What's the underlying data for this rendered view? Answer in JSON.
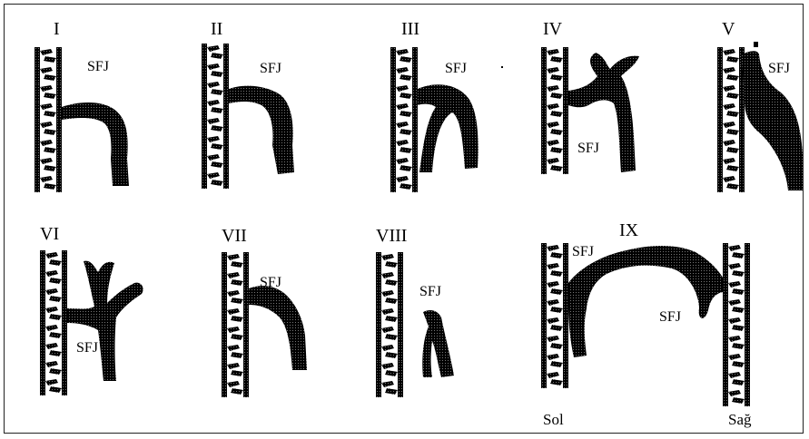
{
  "colors": {
    "vessel": "#000000",
    "background": "#ffffff"
  },
  "panels": [
    {
      "numeral": "I",
      "junction_label": "SFJ"
    },
    {
      "numeral": "II",
      "junction_label": "SFJ"
    },
    {
      "numeral": "III",
      "junction_label": "SFJ"
    },
    {
      "numeral": "IV",
      "junction_label": "SFJ"
    },
    {
      "numeral": "V",
      "junction_label": "SFJ"
    },
    {
      "numeral": "VI",
      "junction_label": "SFJ"
    },
    {
      "numeral": "VII",
      "junction_label": "SFJ"
    },
    {
      "numeral": "VIII",
      "junction_label": "SFJ"
    },
    {
      "numeral": "IX",
      "junction_label_left": "SFJ",
      "junction_label_right": "SFJ",
      "left_side": "Sol",
      "right_side": "Sağ"
    }
  ]
}
